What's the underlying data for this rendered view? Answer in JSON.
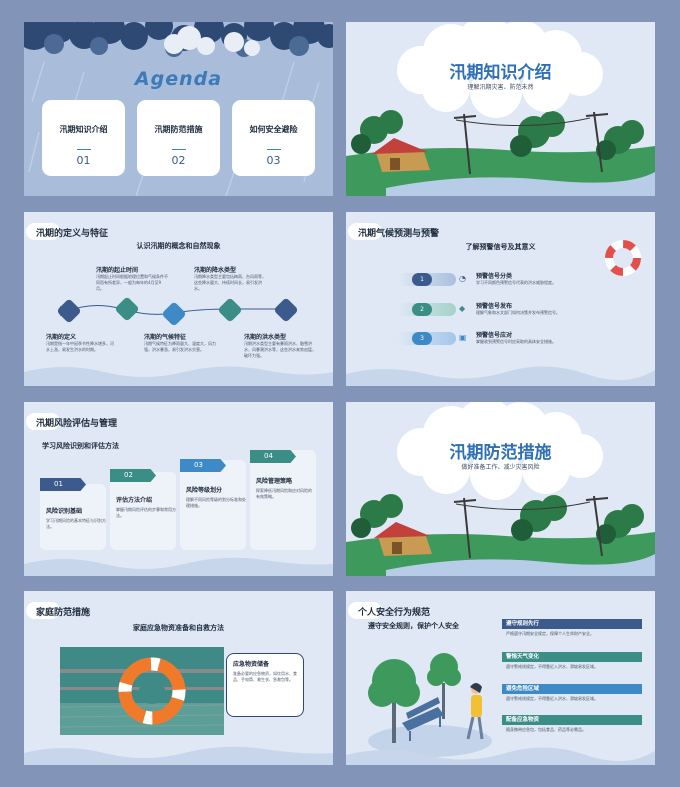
{
  "slide1": {
    "title": "Agenda",
    "cards": [
      {
        "label": "汛期知识介绍",
        "num": "01"
      },
      {
        "label": "汛期防范措施",
        "num": "02"
      },
      {
        "label": "如何安全避险",
        "num": "03"
      }
    ]
  },
  "slide2": {
    "title": "汛期知识介绍",
    "subtitle": "理解汛期灾害、防范未然"
  },
  "slide3": {
    "header": "汛期的定义与特征",
    "subtitle": "认识汛期的概念和自然现象",
    "top": [
      {
        "title": "汛期的起止时间",
        "text": "汛期起止时间根据地理位置和气候条件不同而有所差异，一般为每年的4月至9月。"
      },
      {
        "title": "汛期的降水类型",
        "text": "汛期降水类型主要包括梅雨、台风雨等，这些降水量大、持续时间长，易引发洪水。"
      }
    ],
    "bottom": [
      {
        "title": "汛期的定义",
        "text": "汛期是指一年中因季节性降水增多，河水上涨，易发生洪水的时期。"
      },
      {
        "title": "汛期的气候特征",
        "text": "汛期气候特征为降雨量大、湿度大，风力强，洪水暴涨，易引发洪水灾害。"
      },
      {
        "title": "汛期的洪水类型",
        "text": "汛期洪水类型主要有暴雨洪水、融雪洪水、风暴潮洪水等，这些洪水来势凶猛，破坏力强。"
      }
    ]
  },
  "slide4": {
    "header": "汛期气候预测与预警",
    "subtitle": "了解预警信号及其意义",
    "items": [
      {
        "num": "1",
        "title": "预警信号分类",
        "text": "学习不同颜色预警信号代表的洪水威胁程度。"
      },
      {
        "num": "2",
        "title": "预警信号发布",
        "text": "理解气象和水文部门如何决策并发布预警信号。"
      },
      {
        "num": "3",
        "title": "预警信号应对",
        "text": "掌握收到预警信号时应采取的具体安全措施。"
      }
    ]
  },
  "slide5": {
    "header": "汛期风险评估与管理",
    "subtitle": "学习风险识别和评估方法",
    "steps": [
      {
        "num": "01",
        "title": "风险识别基础",
        "text": "学习汛期风险的基本特征与识别方法。"
      },
      {
        "num": "02",
        "title": "评估方法介绍",
        "text": "掌握汛期风险评估的步骤和常用方法。"
      },
      {
        "num": "03",
        "title": "风险等级划分",
        "text": "理解不同风险等级的划分标准和处理措施。"
      },
      {
        "num": "04",
        "title": "风险管理策略",
        "text": "探索降低汛期风险和应对风险的有效策略。"
      }
    ]
  },
  "slide6": {
    "title": "汛期防范措施",
    "subtitle": "做好准备工作、减少灾害风险"
  },
  "slide7": {
    "header": "家庭防范措施",
    "subtitle": "家庭应急物资准备和自救方法",
    "card_title": "应急物资储备",
    "card_text": "准备必要的应急物资，如饮用水、食品、手电筒、救生衣、急救包等。"
  },
  "slide8": {
    "header": "个人安全行为规范",
    "subtitle": "遵守安全规则，保护个人安全",
    "rules": [
      {
        "title": "遵守规则先行",
        "text": "严格遵守汛期安全规定，保障个人生命财产安全。"
      },
      {
        "title": "警惕天气变化",
        "text": "遵守警戒线规定，不得靠近入洪水、滑坡易发区域。"
      },
      {
        "title": "避免危险区域",
        "text": "遵守警戒线规定，不得靠近入洪水、滑坡易发区域。"
      },
      {
        "title": "配备应急物资",
        "text": "随身携带应急包，包括食品、药品等必需品。"
      }
    ]
  },
  "colors": {
    "bg": "#8294b7",
    "slide": "#dfe8f4",
    "navy": "#3c5a8c",
    "teal": "#3a8e86",
    "blue": "#3e8ac6",
    "title_blue": "#2f6fb6"
  }
}
